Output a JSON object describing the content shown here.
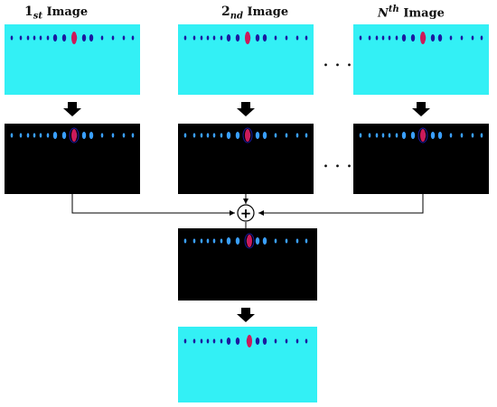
{
  "labels": {
    "first": {
      "num": "1",
      "sub": "st",
      "word": "Image"
    },
    "second": {
      "num": "2",
      "sub": "nd",
      "word": "Image"
    },
    "nth": {
      "num": "N",
      "sup": "th",
      "word": "Image"
    }
  },
  "ellipsis": "...",
  "operator": "+",
  "colors": {
    "cyan_background": "#33f0f5",
    "dark_background": "#000000",
    "bright_blobs": "#3aa0ff",
    "dark_blobs": "#1a1aa0",
    "center_marker": "#cc1a5a",
    "arrow": "#000000"
  }
}
